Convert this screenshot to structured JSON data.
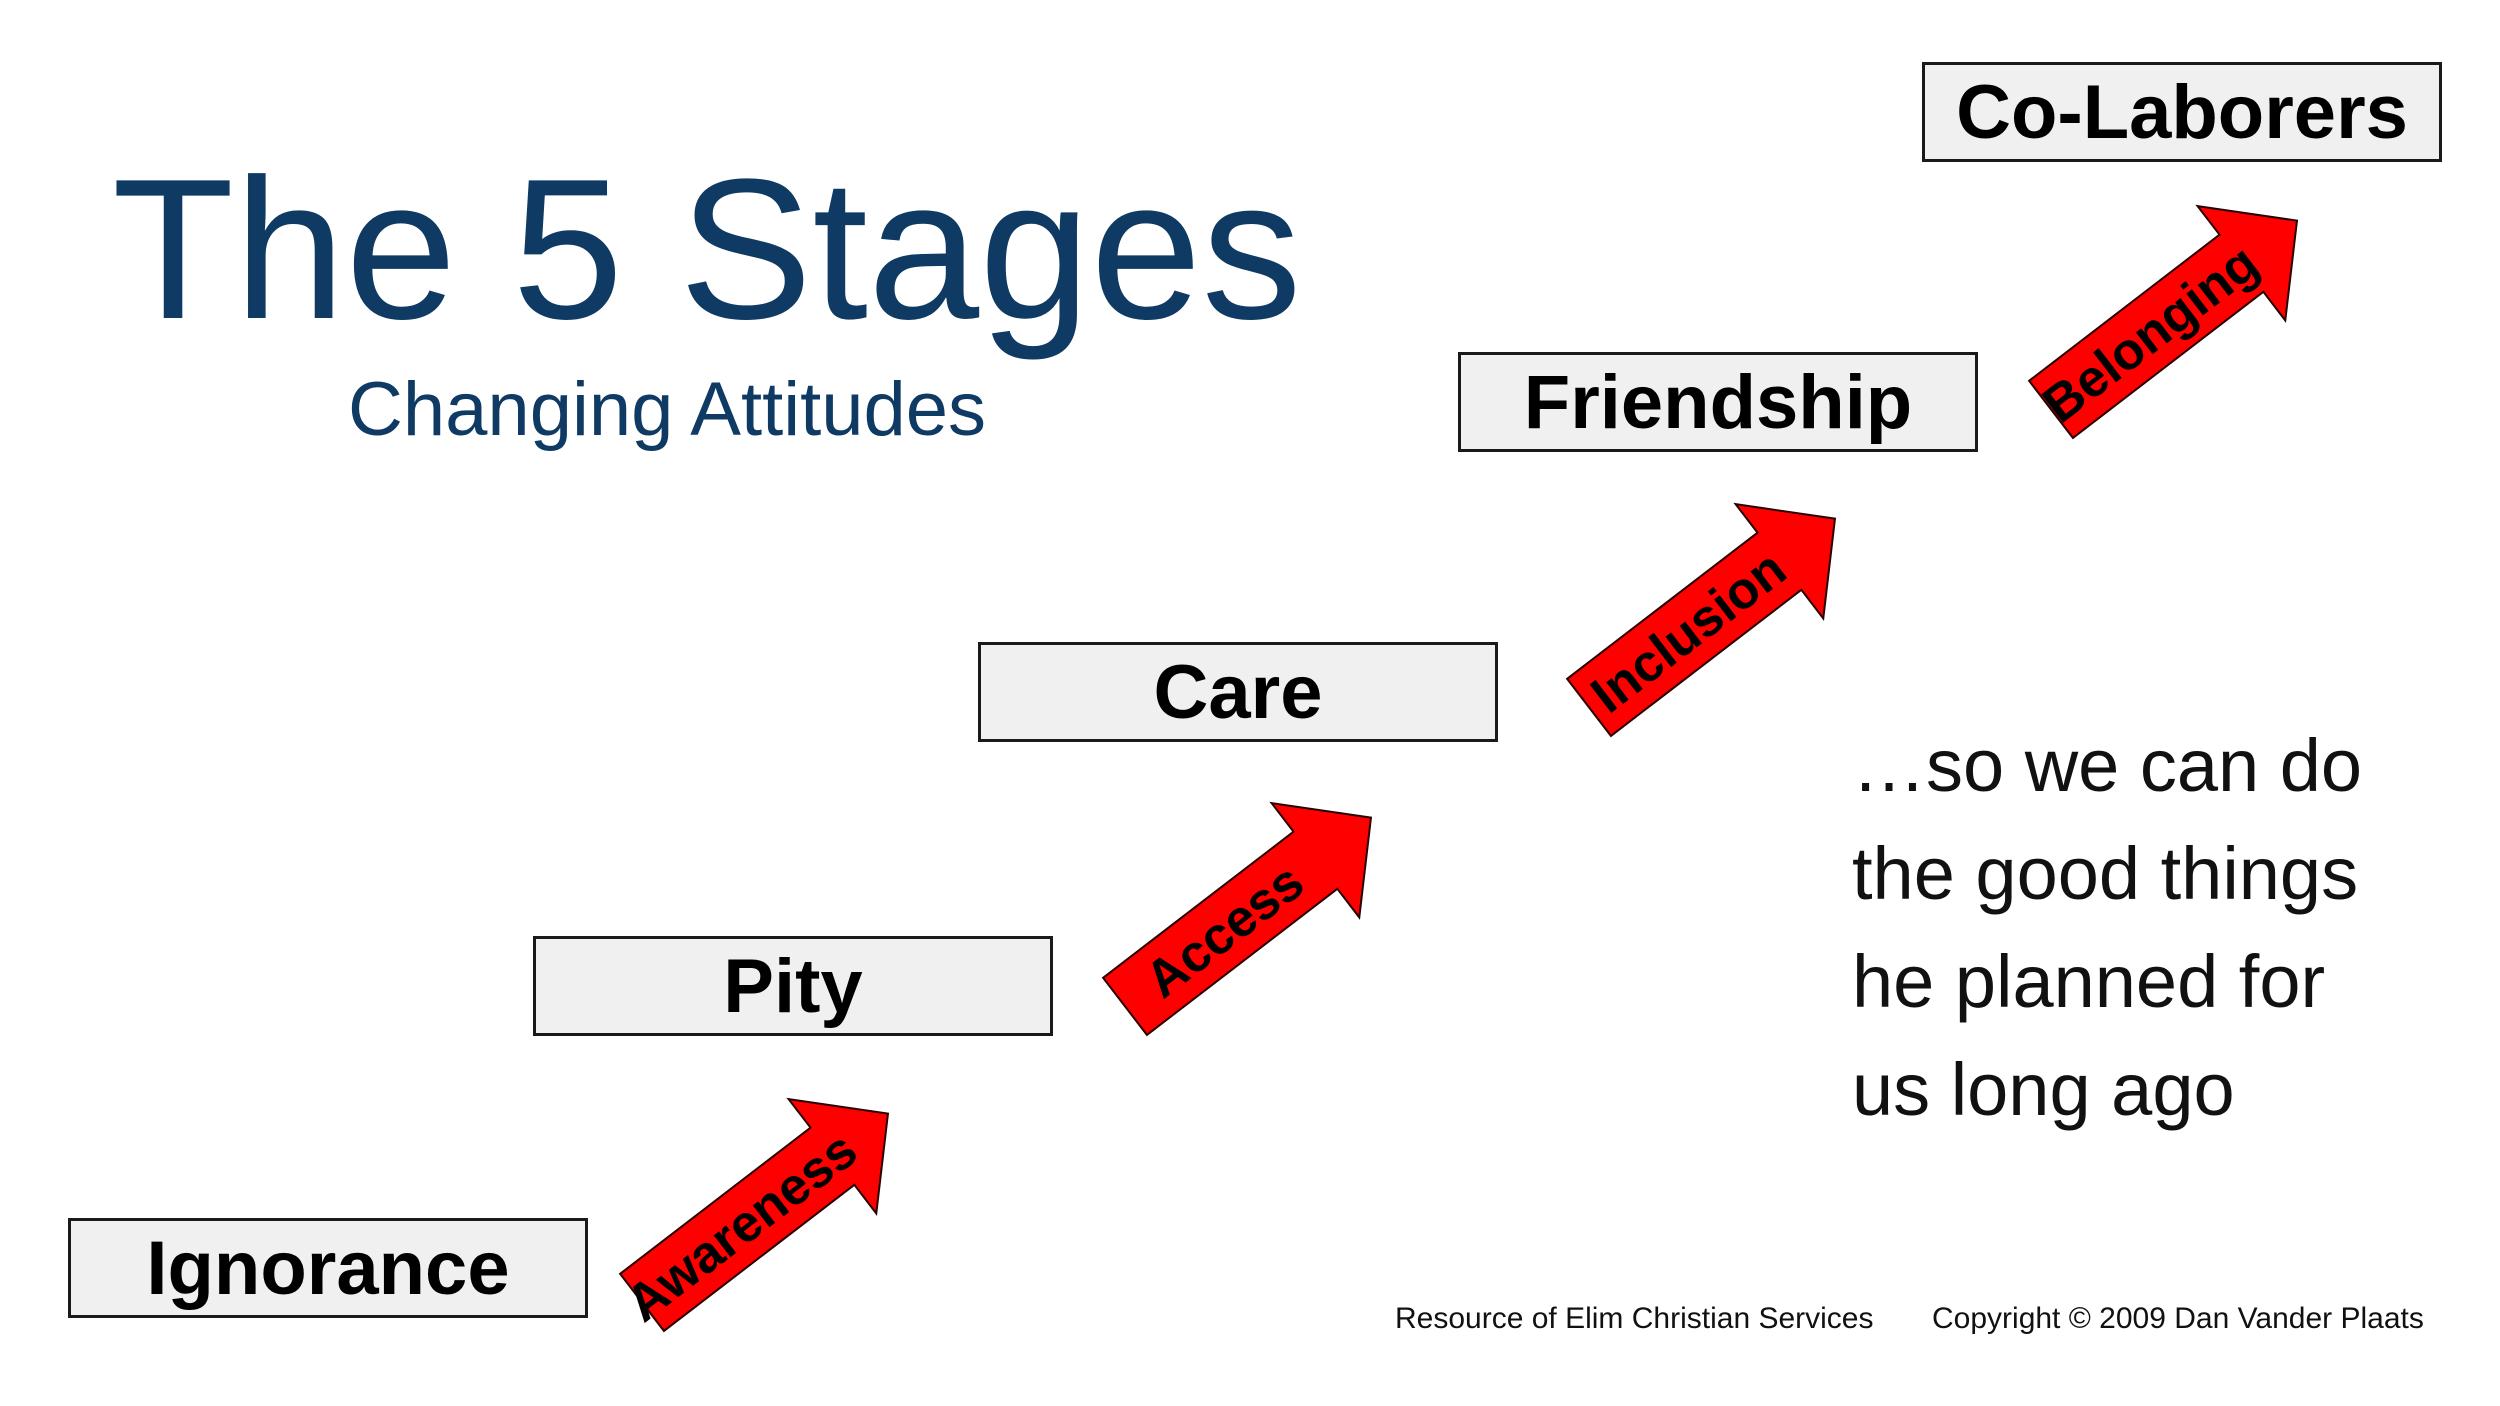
{
  "header": {
    "title": "The 5 Stages",
    "subtitle": "Changing Attitudes"
  },
  "stages": [
    {
      "label": "Ignorance"
    },
    {
      "label": "Pity"
    },
    {
      "label": "Care"
    },
    {
      "label": "Friendship"
    },
    {
      "label": "Co-Laborers"
    }
  ],
  "transitions": [
    {
      "label": "Awareness"
    },
    {
      "label": "Access"
    },
    {
      "label": "Inclusion"
    },
    {
      "label": "Belonging"
    }
  ],
  "quote": {
    "lines": [
      "…so we can do",
      "the good things",
      "he planned for",
      "us long ago"
    ]
  },
  "footer": {
    "resource": "Resource of Elim Christian Services",
    "copyright": "Copyright © 2009 Dan Vander Plaats"
  },
  "colors": {
    "title": "#0f3a63",
    "arrow_fill": "#ff0000",
    "box_fill": "#f0f0f0"
  }
}
